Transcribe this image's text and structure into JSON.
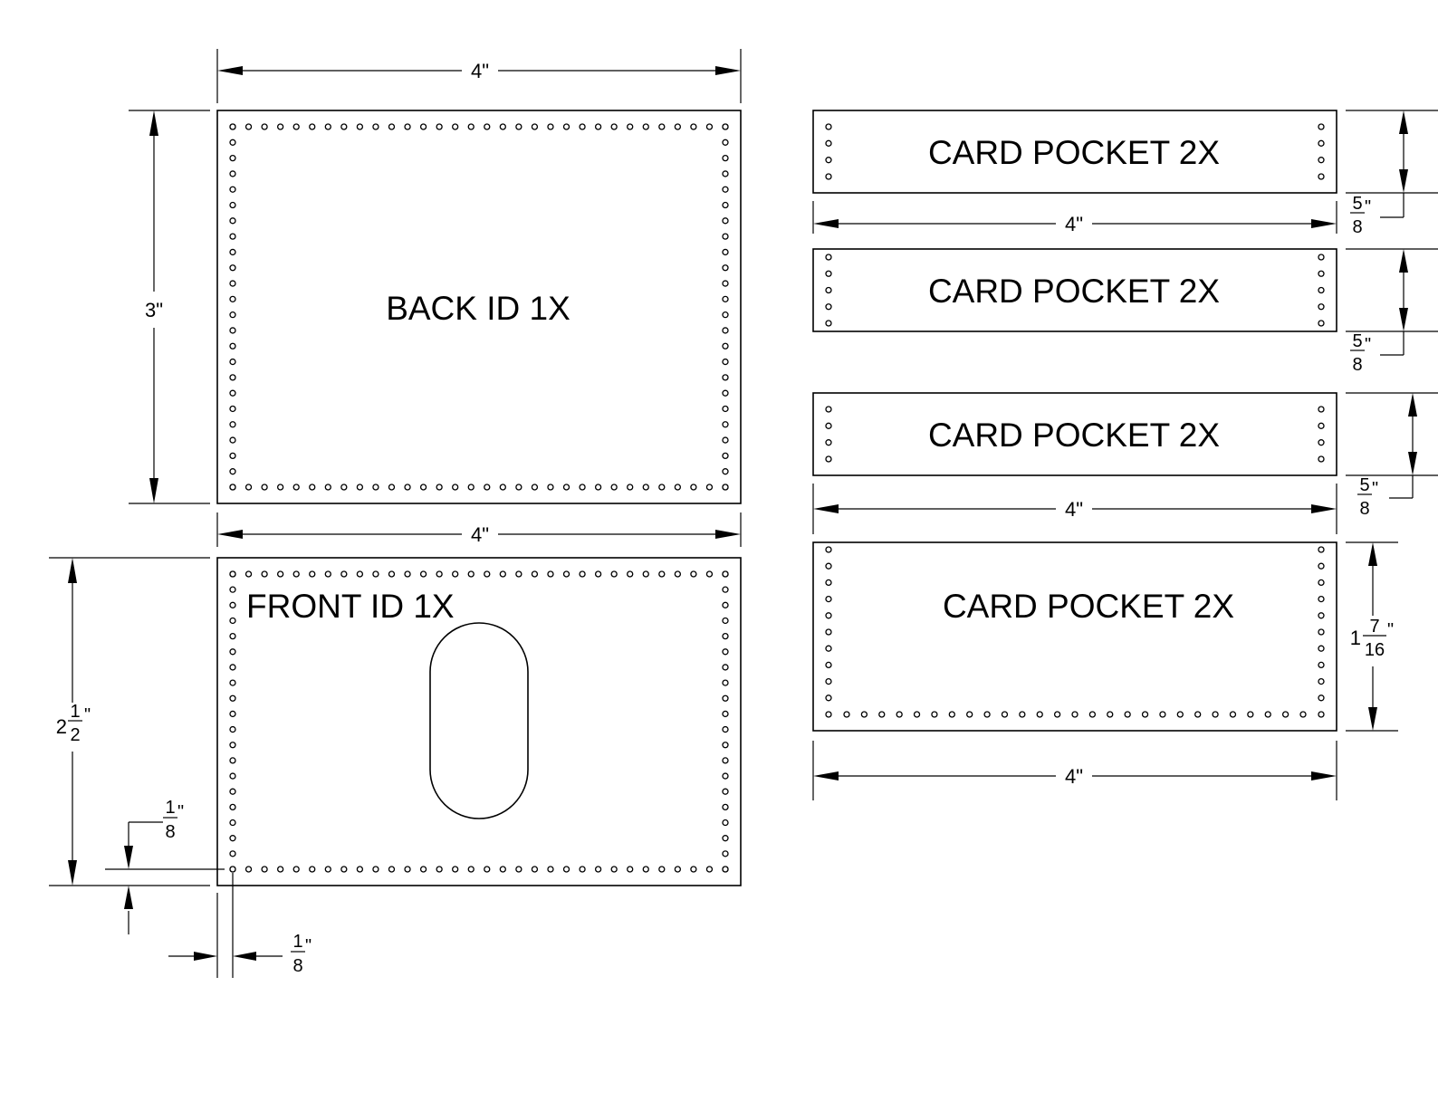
{
  "pieces": {
    "back_id": "BACK ID 1X",
    "front_id": "FRONT ID 1X",
    "card_pocket": "CARD POCKET 2X"
  },
  "dims": {
    "four": "4\"",
    "three": "3\"",
    "two_half": {
      "whole": "2",
      "num": "1",
      "den": "2",
      "unit": "\""
    },
    "one_eighth": {
      "num": "1",
      "den": "8",
      "unit": "\""
    },
    "five_eighths": {
      "num": "5",
      "den": "8",
      "unit": "\""
    },
    "one_7_16": {
      "whole": "1",
      "num": "7",
      "den": "16",
      "unit": "\""
    }
  }
}
